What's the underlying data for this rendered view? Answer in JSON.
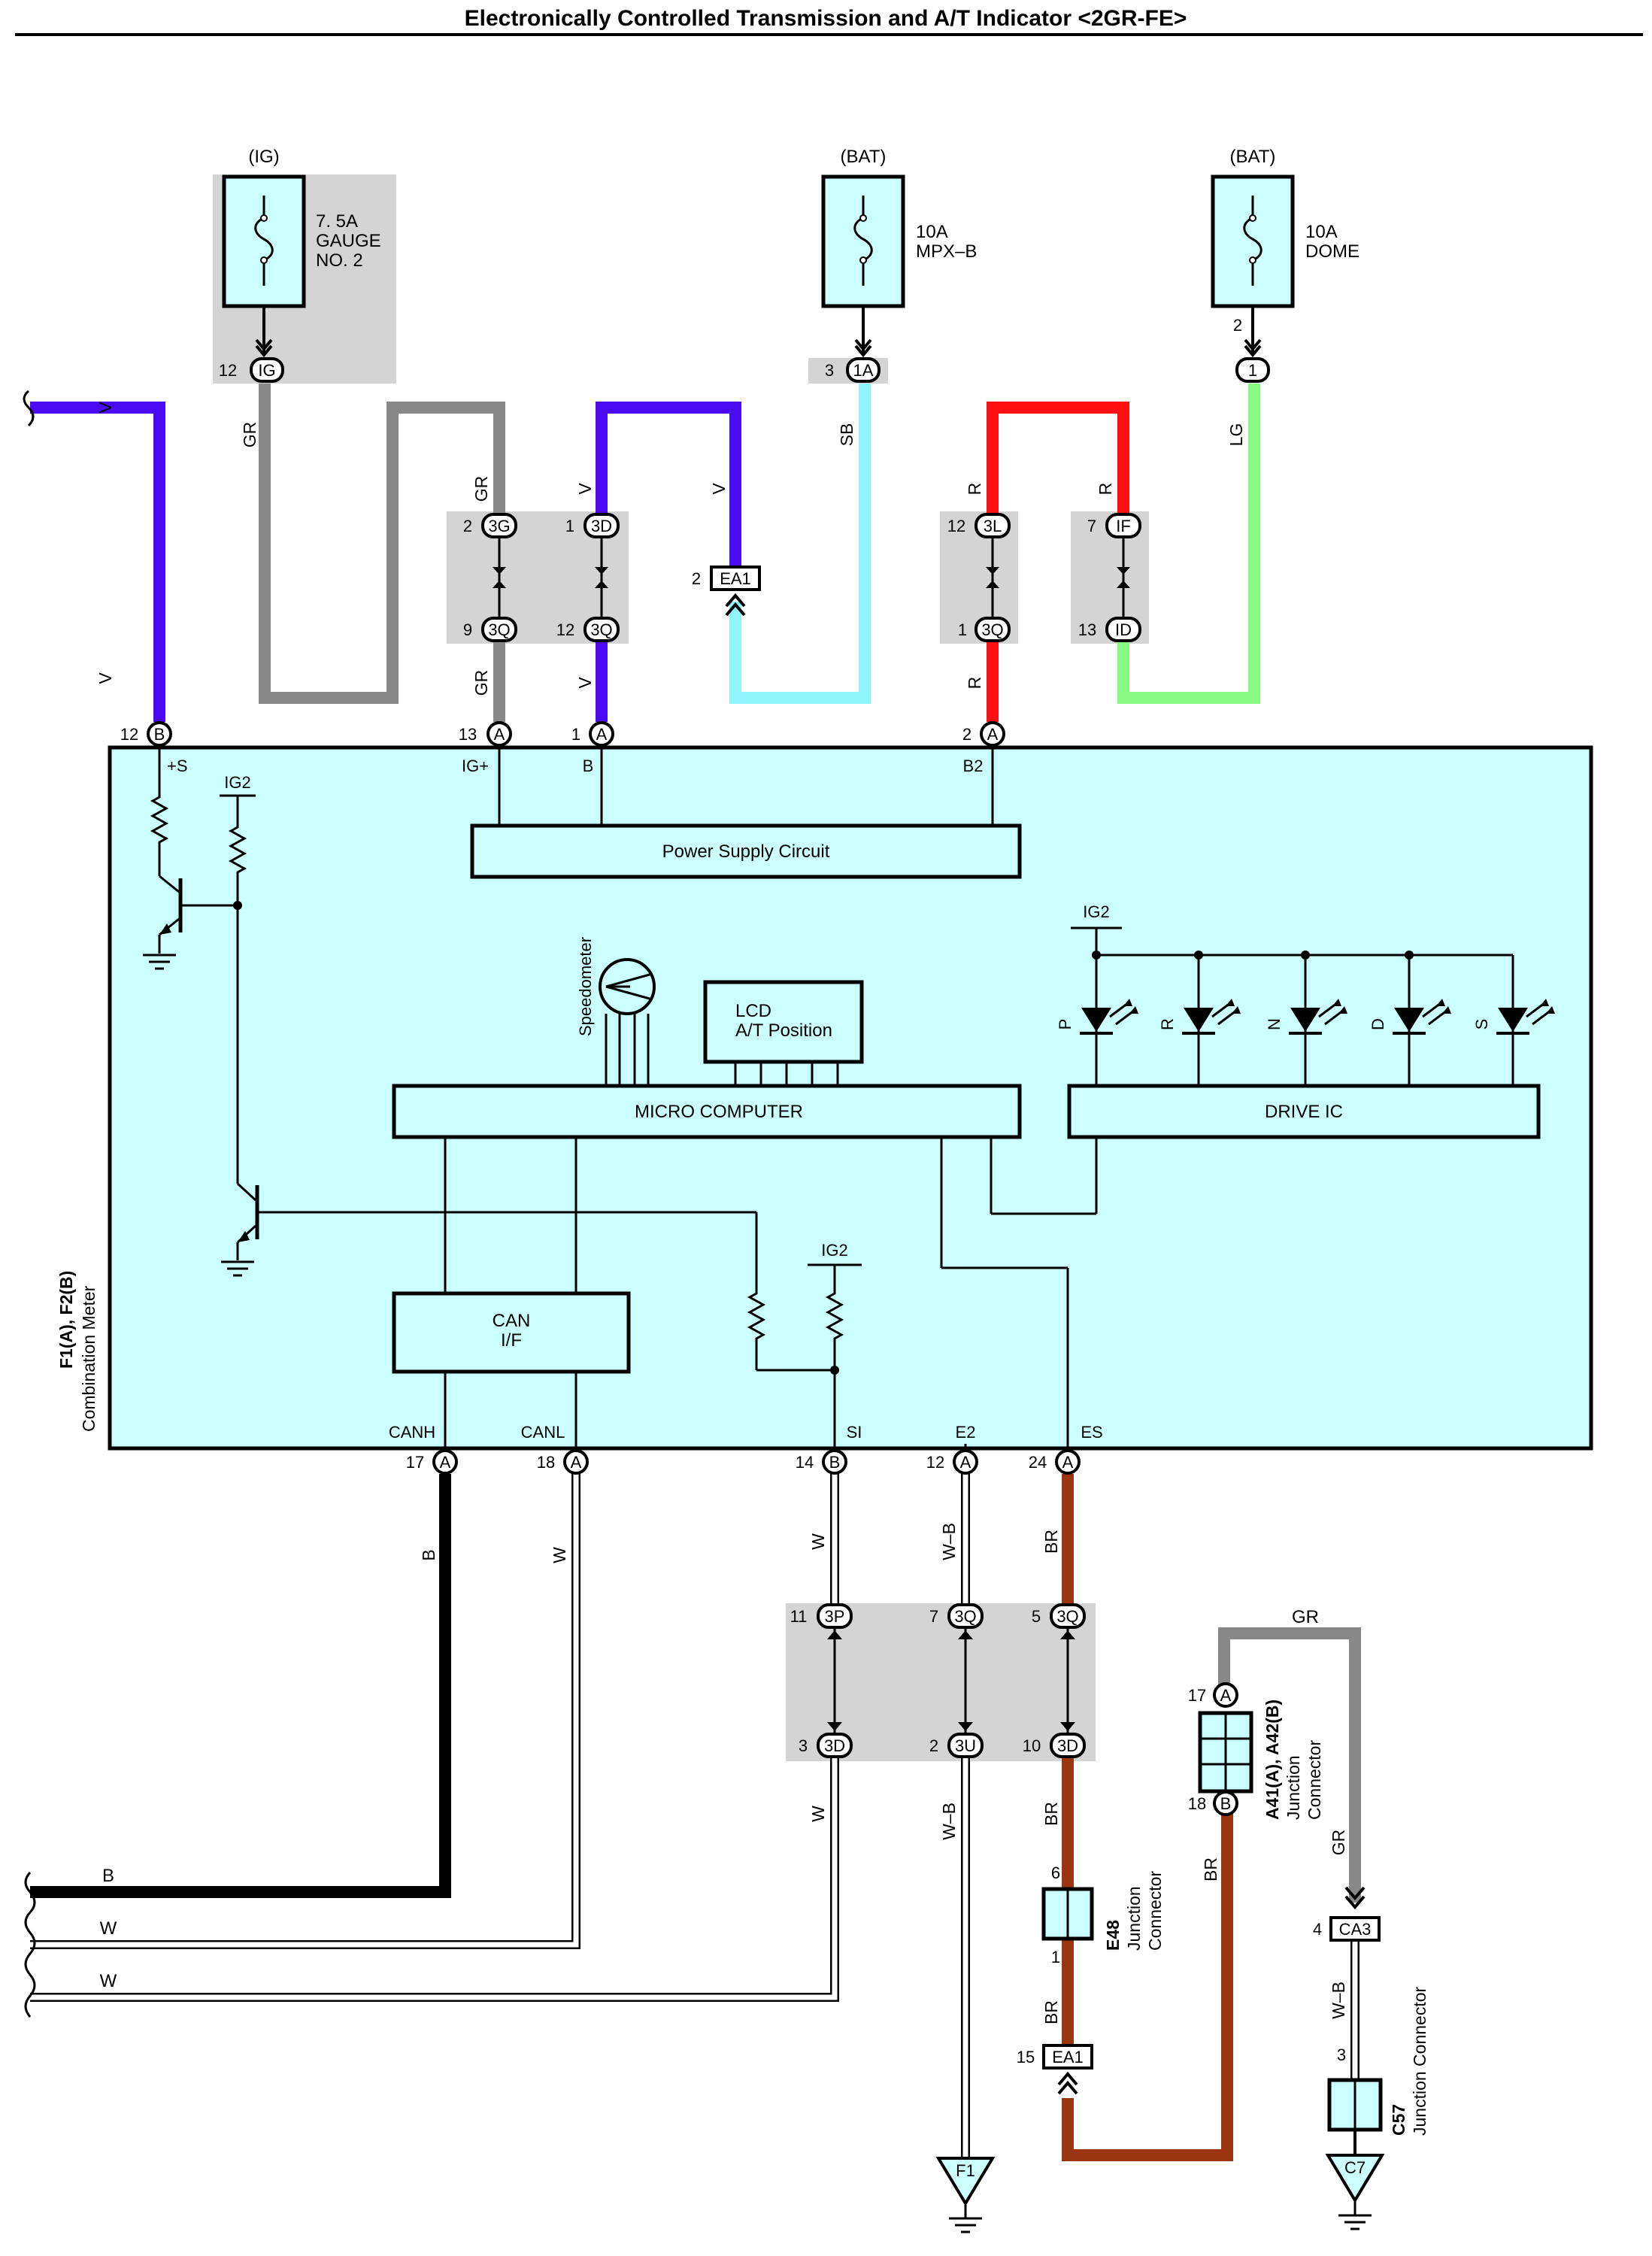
{
  "title": "Electronically Controlled Transmission and A/T Indicator <2GR-FE>",
  "colors": {
    "V": "#4a0af2",
    "GR": "#888888",
    "SB": "#8ff5fb",
    "R": "#ff0f0f",
    "LG": "#86fa82",
    "B": "#000000",
    "W": "#ffffff",
    "BR": "#9b3411",
    "W-B": "#ffffff",
    "box_fill": "#ccffff",
    "splice_fill": "#d4d4d4"
  },
  "fuses": [
    {
      "id": "fuse-gauge",
      "supply": "(IG)",
      "rating": "7. 5A",
      "name_line1": "GAUGE",
      "name_line2": "NO. 2",
      "pin": "12",
      "conn": "IG"
    },
    {
      "id": "fuse-mpx",
      "supply": "(BAT)",
      "rating": "10A",
      "name_line1": "MPX–B",
      "name_line2": "",
      "pin": "3",
      "conn": "1A"
    },
    {
      "id": "fuse-dome",
      "supply": "(BAT)",
      "rating": "10A",
      "name_line1": "DOME",
      "name_line2": "",
      "pin": "2",
      "conn": "1"
    }
  ],
  "wire_labels": {
    "V": "V",
    "GR": "GR",
    "SB": "SB",
    "R": "R",
    "LG": "LG",
    "B": "B",
    "W": "W",
    "BR": "BR",
    "WB": "W–B"
  },
  "junctions_top": [
    {
      "pin_a": "2",
      "conn_a": "3G",
      "pin_b": "9",
      "conn_b": "3Q"
    },
    {
      "pin_a": "1",
      "conn_a": "3D",
      "pin_b": "12",
      "conn_b": "3Q"
    },
    {
      "pin_a": "12",
      "conn_a": "3L",
      "pin_b": "1",
      "conn_b": "3Q"
    },
    {
      "pin_a": "7",
      "conn_a": "IF",
      "pin_b": "13",
      "conn_b": "ID"
    }
  ],
  "ea1_top": {
    "pin": "2",
    "conn": "EA1"
  },
  "meter": {
    "name_line1": "F1(A), F2(B)",
    "name_line2": "Combination Meter",
    "top_pins": [
      {
        "pin": "12",
        "conn": "B",
        "term": "+S"
      },
      {
        "pin": "13",
        "conn": "A",
        "term": "IG+"
      },
      {
        "pin": "1",
        "conn": "A",
        "term": "B"
      },
      {
        "pin": "2",
        "conn": "A",
        "term": "B2"
      }
    ],
    "bottom_pins": [
      {
        "pin": "17",
        "conn": "A",
        "term": "CANH"
      },
      {
        "pin": "18",
        "conn": "A",
        "term": "CANL"
      },
      {
        "pin": "14",
        "conn": "B",
        "term": "SI"
      },
      {
        "pin": "12",
        "conn": "A",
        "term": "E2"
      },
      {
        "pin": "24",
        "conn": "A",
        "term": "ES"
      }
    ],
    "power_supply": "Power Supply Circuit",
    "micro": "MICRO COMPUTER",
    "can_line1": "CAN",
    "can_line2": "I/F",
    "lcd_line1": "LCD",
    "lcd_line2": "A/T Position",
    "speedometer": "Speedometer",
    "drive_ic": "DRIVE IC",
    "ig2": "IG2",
    "leds": [
      "P",
      "R",
      "N",
      "D",
      "S"
    ]
  },
  "junctions_bottom": [
    {
      "pin_a": "11",
      "conn_a": "3P",
      "pin_b": "3",
      "conn_b": "3D"
    },
    {
      "pin_a": "7",
      "conn_a": "3Q",
      "pin_b": "2",
      "conn_b": "3U"
    },
    {
      "pin_a": "5",
      "conn_a": "3Q",
      "pin_b": "10",
      "conn_b": "3D"
    }
  ],
  "e48": {
    "name": "E48",
    "desc_line1": "Junction",
    "desc_line2": "Connector",
    "pin_top": "6",
    "pin_bottom": "1"
  },
  "ea1_bottom": {
    "pin": "15",
    "conn": "EA1"
  },
  "a41": {
    "name": "A41(A), A42(B)",
    "desc_line1": "Junction",
    "desc_line2": "Connector",
    "pin_top": "17",
    "conn_top": "A",
    "pin_bottom": "18",
    "conn_bottom": "B"
  },
  "ca3": {
    "pin": "4",
    "conn": "CA3"
  },
  "c57": {
    "name": "C57",
    "desc": "Junction Connector",
    "pin": "3"
  },
  "grounds": {
    "f1": "F1",
    "c7": "C7"
  }
}
